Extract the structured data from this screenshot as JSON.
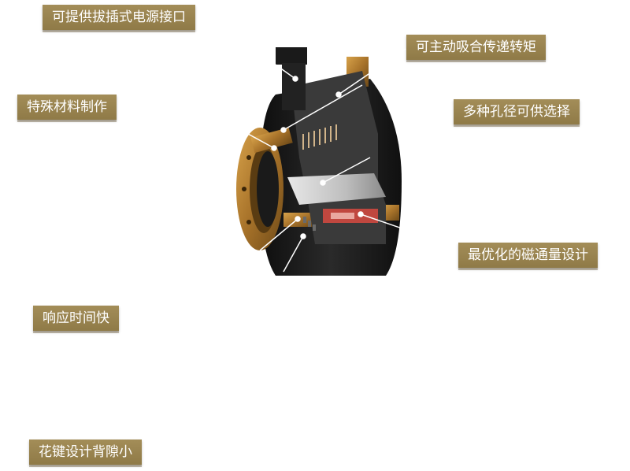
{
  "labels": {
    "power_interface": "可提供拔插式电源接口",
    "torque": "可主动吸合传递转矩",
    "material": "特殊材料制作",
    "bore": "多种孔径可供选择",
    "magnetic": "最优化的磁通量设计",
    "response": "响应时间快",
    "spline": "花键设计背隙小"
  },
  "colors": {
    "label_bg": "#9c8752",
    "label_text": "#ffffff",
    "bronze": "#b8822e",
    "body_dark": "#1c1c1c",
    "coil_red": "#c0473f"
  }
}
